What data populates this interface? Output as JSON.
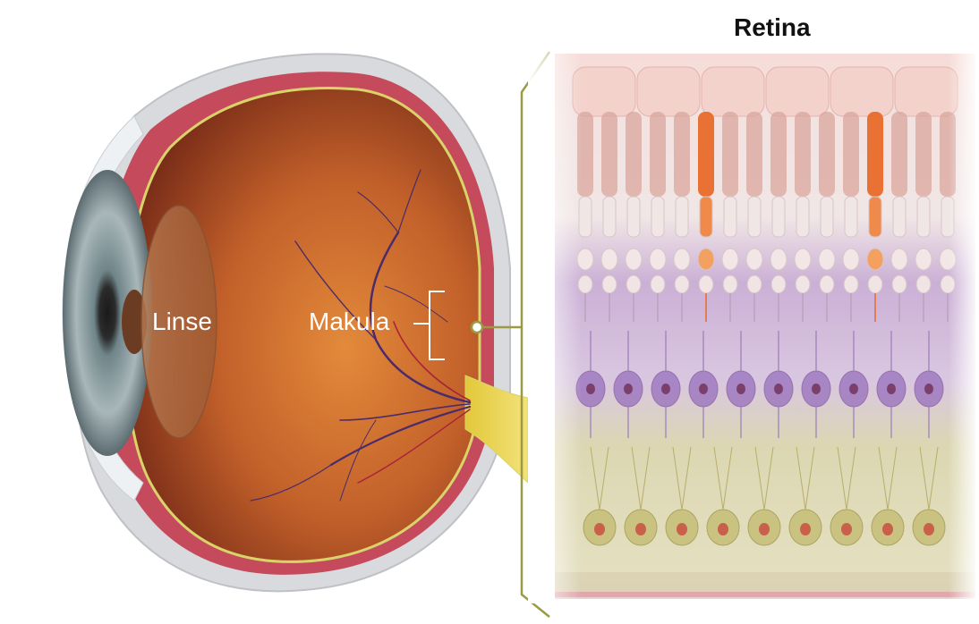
{
  "title": "Retina",
  "labels": {
    "lens": "Linse",
    "macula": "Makula"
  },
  "colors": {
    "sclera": "#d9dadd",
    "choroid": "#c54a5c",
    "interior": "#c2602a",
    "vessels": "#4b2b6a",
    "callout": "#9b9b46",
    "photoreceptor_highlight": "#e86a2a",
    "bipolar_cells": "#a07ac0",
    "ganglion_cells": "#c8c07a",
    "rpe": "#f0c8c0"
  }
}
